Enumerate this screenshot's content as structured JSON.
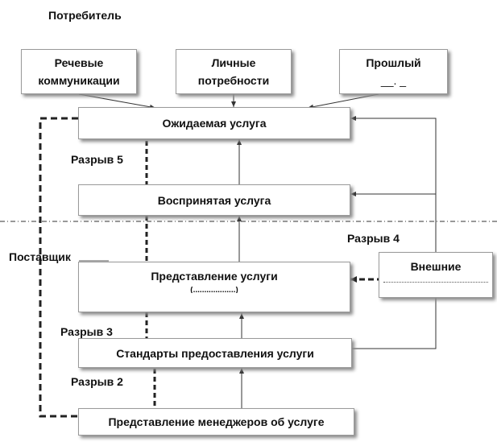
{
  "labels": {
    "consumer": "Потребитель",
    "provider": "Поставщик",
    "gap5": "Разрыв 5",
    "gap4": "Разрыв 4",
    "gap3": "Разрыв 3",
    "gap2": "Разрыв 2"
  },
  "boxes": {
    "speech": [
      "Речевые",
      "коммуникации"
    ],
    "needs": [
      "Личные",
      "потребности"
    ],
    "past": [
      "Прошлый",
      "__. _"
    ],
    "expected": "Ожидаемая услуга",
    "perceived": "Воспринятая услуга",
    "delivery": "Представление услуги",
    "delivery_sub": "(...................)",
    "external": "Внешние",
    "standards": "Стандарты предоставления услуги",
    "managers": "Представление менеджеров об услуге"
  }
}
